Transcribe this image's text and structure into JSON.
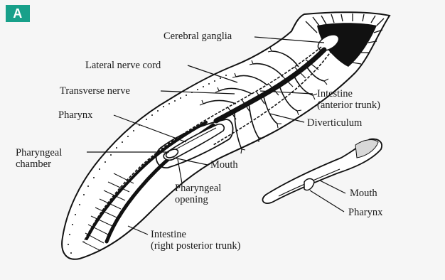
{
  "figure": {
    "panel_letter": "A",
    "badge_color": "#18a08a"
  },
  "labels": {
    "cerebral_ganglia": "Cerebral ganglia",
    "lateral_nerve_cord": "Lateral nerve cord",
    "transverse_nerve": "Transverse nerve",
    "pharynx_main": "Pharynx",
    "pharyngeal_chamber_1": "Pharyngeal",
    "pharyngeal_chamber_2": "chamber",
    "mouth_main": "Mouth",
    "pharyngeal_opening_1": "Pharyngeal",
    "pharyngeal_opening_2": "opening",
    "intestine_anterior_1": "Intestine",
    "intestine_anterior_2": "(anterior trunk)",
    "diverticulum": "Diverticulum",
    "intestine_posterior_1": "Intestine",
    "intestine_posterior_2": "(right posterior trunk)",
    "mouth_small": "Mouth",
    "pharynx_small": "Pharynx"
  }
}
